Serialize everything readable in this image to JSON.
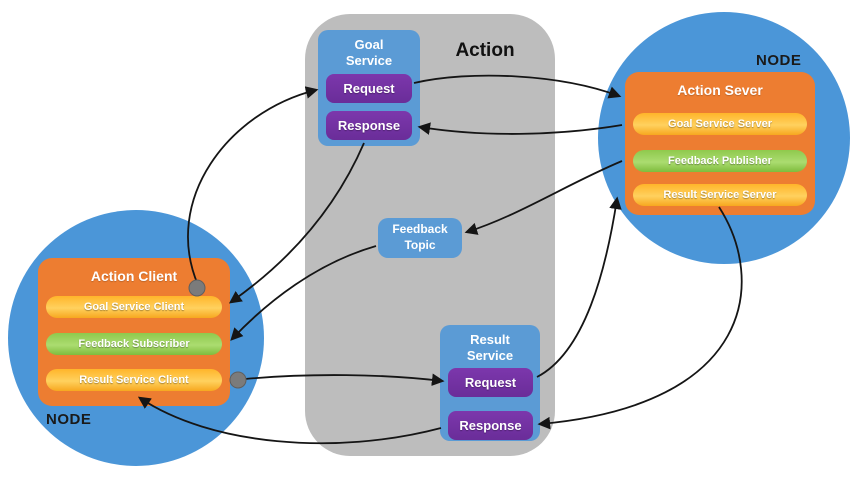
{
  "title": "Action",
  "nodes": {
    "client": {
      "node_label": "NODE",
      "title": "Action Client",
      "items": [
        {
          "label": "Goal Service Client",
          "color": "#FFC000"
        },
        {
          "label": "Feedback Subscriber",
          "color": "#8CC152"
        },
        {
          "label": "Result Service Client",
          "color": "#FFC000"
        }
      ]
    },
    "server": {
      "node_label": "NODE",
      "title": "Action Sever",
      "items": [
        {
          "label": "Goal Service Server",
          "color": "#FFC000"
        },
        {
          "label": "Feedback Publisher",
          "color": "#8CC152"
        },
        {
          "label": "Result Service Server",
          "color": "#FFC000"
        }
      ]
    }
  },
  "action_interfaces": {
    "goal_service": {
      "title": "Goal Service",
      "request_label": "Request",
      "response_label": "Response"
    },
    "feedback_topic": {
      "title": "Feedback Topic"
    },
    "result_service": {
      "title": "Result Service",
      "request_label": "Request",
      "response_label": "Response"
    }
  },
  "colors": {
    "node_circle": "#4B96D8",
    "action_area": "#BDBDBD",
    "service_box": "#5B9BD5",
    "request_response_button": "#7030A0",
    "action_box": "#ED7D31",
    "service_pill": "#FFC000",
    "topic_pill": "#8CC152",
    "connector": "#151515"
  }
}
